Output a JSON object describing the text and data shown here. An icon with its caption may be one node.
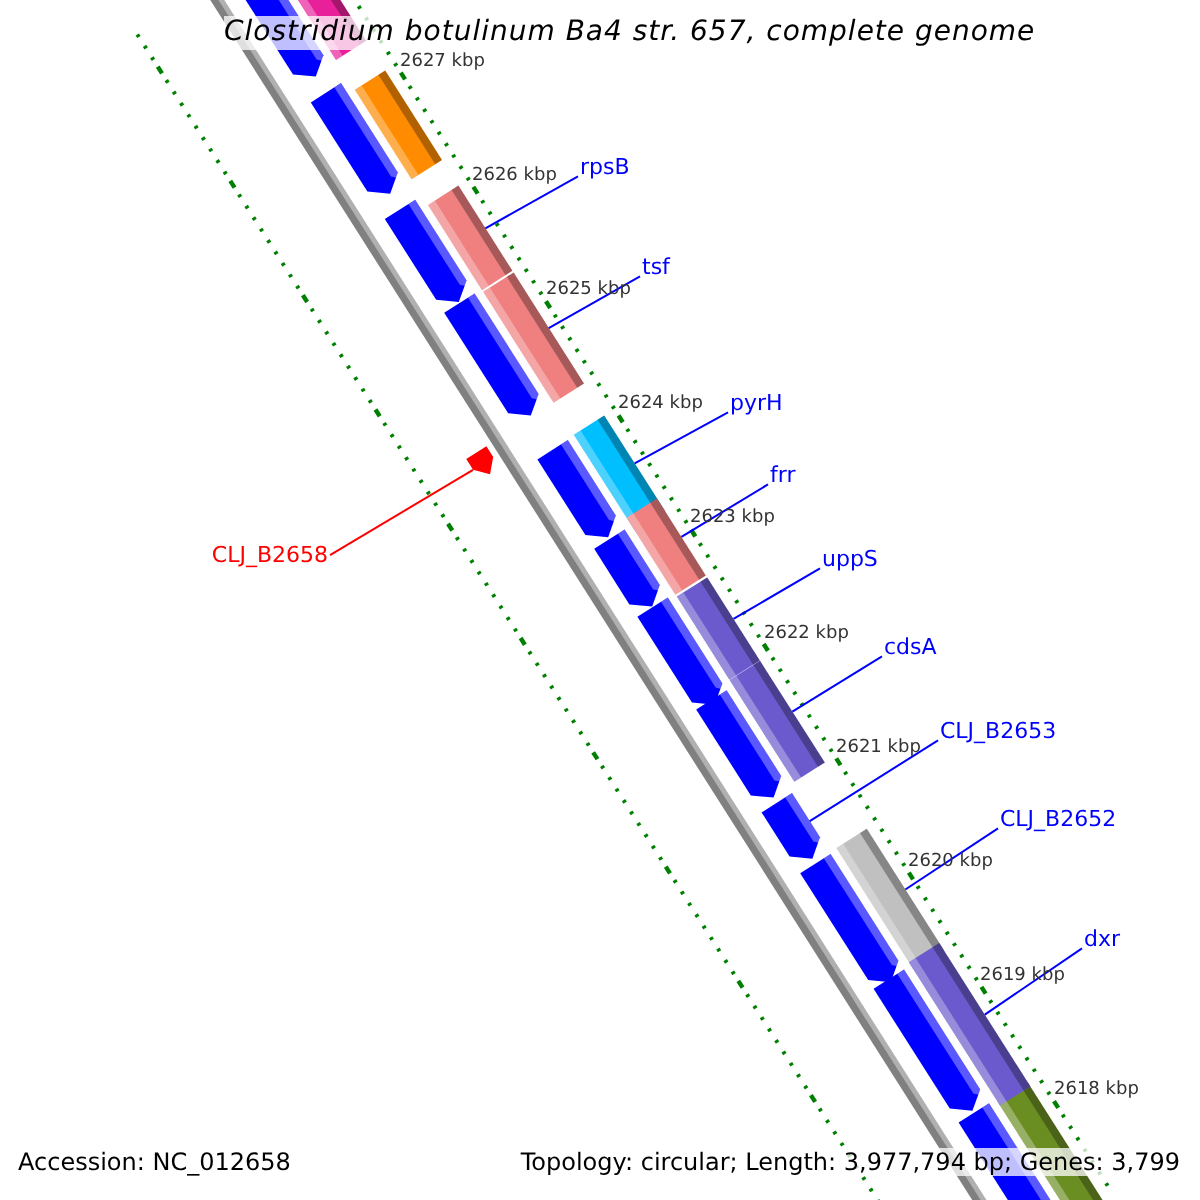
{
  "diagram": {
    "title": "Clostridium botulinum Ba4 str. 657, complete genome",
    "nodes": [
      {
        "text": [
          "rpsB"
        ]
      },
      {
        "text": [],
        "shape": "bar"
      },
      {
        "text": [
          "tsf"
        ]
      },
      {
        "text": [],
        "shape": "bar"
      },
      {
        "text": [
          "pyrH"
        ]
      },
      {
        "text": [],
        "shape": "bar"
      },
      {
        "text": [
          "frr"
        ]
      },
      {
        "text": [],
        "shape": "bar"
      },
      {
        "text": [
          "uppS"
        ]
      },
      {
        "text": [],
        "shape": "bar"
      },
      {
        "text": [
          "cdsA"
        ]
      },
      {
        "text": [],
        "shape": "bar"
      },
      {
        "text": [
          "CLJ_B2653"
        ]
      },
      {
        "text": [],
        "shape": "arrow"
      },
      {
        "text": [
          "CLJ_B2652"
        ]
      },
      {
        "text": [],
        "shape": "bar"
      },
      {
        "text": [
          "dxr"
        ]
      },
      {
        "text": [],
        "shape": "bar"
      },
      {
        "text": [
          "CLJ_B2658"
        ]
      },
      {
        "text": [],
        "shape": "arrow"
      }
    ],
    "edges": [
      {
        "from": 0,
        "to": 1,
        "arrow": "none"
      },
      {
        "from": 2,
        "to": 3,
        "arrow": "none"
      },
      {
        "from": 4,
        "to": 5,
        "arrow": "none"
      },
      {
        "from": 6,
        "to": 7,
        "arrow": "none"
      },
      {
        "from": 8,
        "to": 9,
        "arrow": "none"
      },
      {
        "from": 10,
        "to": 11,
        "arrow": "none"
      },
      {
        "from": 12,
        "to": 13,
        "arrow": "none"
      },
      {
        "from": 14,
        "to": 15,
        "arrow": "none"
      },
      {
        "from": 16,
        "to": 17,
        "arrow": "none"
      },
      {
        "from": 18,
        "to": 19,
        "arrow": "none",
        "color": "#ff0000"
      }
    ],
    "labels": [
      "2627 kbp",
      "2626 kbp",
      "2625 kbp",
      "2624 kbp",
      "2623 kbp",
      "2622 kbp",
      "2621 kbp",
      "2620 kbp",
      "2619 kbp",
      "2618 kbp",
      "Accession: NC_012658",
      "Topology: circular; Length: 3,977,794 bp; Genes: 3,799"
    ]
  }
}
